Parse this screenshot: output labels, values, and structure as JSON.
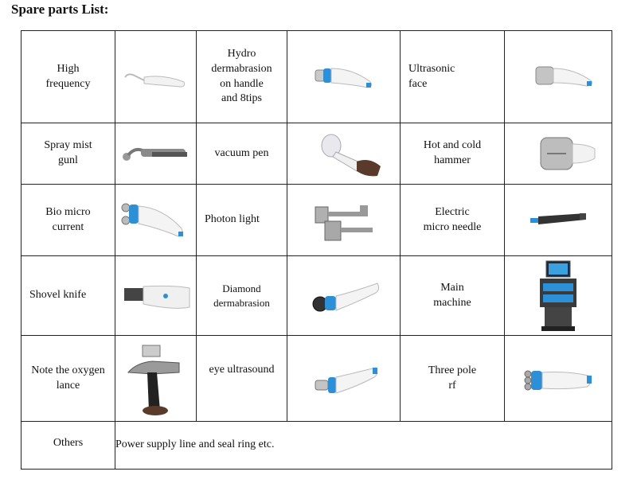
{
  "title": "Spare parts List:",
  "rows": [
    [
      {
        "label": "High\nfrequency",
        "icon": "high-frequency-probe-icon"
      },
      {
        "label": "Hydro\ndermabrasion\non handle\nand 8tips",
        "icon": "hydro-dermabrasion-handle-icon"
      },
      {
        "label": "Ultrasonic\nface",
        "icon": "ultrasonic-face-handle-icon"
      }
    ],
    [
      {
        "label": "Spray mist\ngunl",
        "icon": "spray-mist-gun-icon"
      },
      {
        "label": "vacuum pen",
        "icon": "vacuum-pen-icon"
      },
      {
        "label": "Hot and cold\nhammer",
        "icon": "hot-cold-hammer-icon"
      }
    ],
    [
      {
        "label": "Bio micro\ncurrent",
        "icon": "bio-micro-current-handle-icon"
      },
      {
        "label": "Photon light",
        "icon": "photon-light-heads-icon"
      },
      {
        "label": "Electric\nmicro needle",
        "icon": "micro-needle-pen-icon"
      }
    ],
    [
      {
        "label": "Shovel knife",
        "icon": "shovel-knife-icon"
      },
      {
        "label": "Diamond\ndermabrasion",
        "icon": "diamond-dermabrasion-handle-icon"
      },
      {
        "label": "Main\nmachine",
        "icon": "main-machine-icon"
      }
    ],
    [
      {
        "label": "Note the oxygen\nlance",
        "icon": "oxygen-lance-icon"
      },
      {
        "label": "eye ultrasound",
        "icon": "eye-ultrasound-handle-icon"
      },
      {
        "label": "Three pole\nrf",
        "icon": "three-pole-rf-handle-icon"
      }
    ]
  ],
  "others": {
    "label": "Others",
    "text": "Power supply line and seal ring etc."
  }
}
